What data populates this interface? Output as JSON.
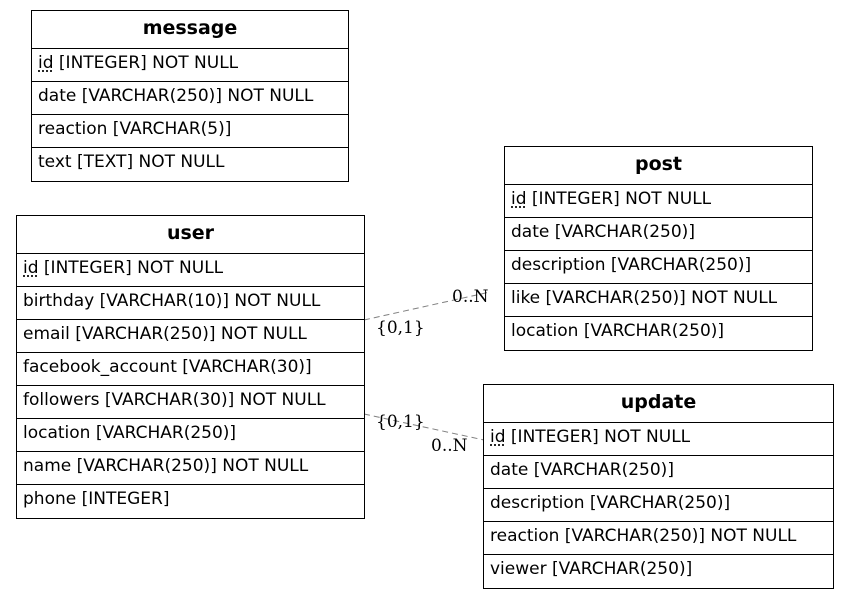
{
  "entities": {
    "message": {
      "name": "message",
      "columns": [
        {
          "pk": "id",
          "rest": " [INTEGER] NOT NULL"
        },
        {
          "pk": "",
          "rest": "date [VARCHAR(250)] NOT NULL"
        },
        {
          "pk": "",
          "rest": "reaction [VARCHAR(5)]"
        },
        {
          "pk": "",
          "rest": "text [TEXT] NOT NULL"
        }
      ]
    },
    "user": {
      "name": "user",
      "columns": [
        {
          "pk": "id",
          "rest": " [INTEGER] NOT NULL"
        },
        {
          "pk": "",
          "rest": "birthday [VARCHAR(10)] NOT NULL"
        },
        {
          "pk": "",
          "rest": "email [VARCHAR(250)] NOT NULL"
        },
        {
          "pk": "",
          "rest": "facebook_account [VARCHAR(30)]"
        },
        {
          "pk": "",
          "rest": "followers [VARCHAR(30)] NOT NULL"
        },
        {
          "pk": "",
          "rest": "location [VARCHAR(250)]"
        },
        {
          "pk": "",
          "rest": "name [VARCHAR(250)] NOT NULL"
        },
        {
          "pk": "",
          "rest": "phone [INTEGER]"
        }
      ]
    },
    "post": {
      "name": "post",
      "columns": [
        {
          "pk": "id",
          "rest": " [INTEGER] NOT NULL"
        },
        {
          "pk": "",
          "rest": "date [VARCHAR(250)]"
        },
        {
          "pk": "",
          "rest": "description [VARCHAR(250)]"
        },
        {
          "pk": "",
          "rest": "like [VARCHAR(250)] NOT NULL"
        },
        {
          "pk": "",
          "rest": "location [VARCHAR(250)]"
        }
      ]
    },
    "update": {
      "name": "update",
      "columns": [
        {
          "pk": "id",
          "rest": " [INTEGER] NOT NULL"
        },
        {
          "pk": "",
          "rest": "date [VARCHAR(250)]"
        },
        {
          "pk": "",
          "rest": "description [VARCHAR(250)]"
        },
        {
          "pk": "",
          "rest": "reaction [VARCHAR(250)] NOT NULL"
        },
        {
          "pk": "",
          "rest": "viewer [VARCHAR(250)]"
        }
      ]
    }
  },
  "relationships": [
    {
      "from": "user",
      "to": "post",
      "from_card": "{0,1}",
      "to_card": "0..N"
    },
    {
      "from": "user",
      "to": "update",
      "from_card": "{0,1}",
      "to_card": "0..N"
    }
  ],
  "colors": {
    "line": "#808080",
    "border": "#000000"
  }
}
